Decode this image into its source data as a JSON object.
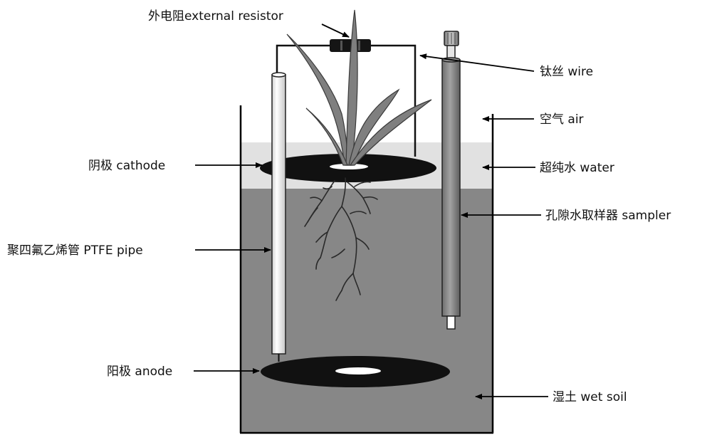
{
  "labels": {
    "external_resistor": "外电阻external resistor",
    "wire": "钛丝 wire",
    "air": "空气 air",
    "cathode": "阴极 cathode",
    "water": "超纯水 water",
    "sampler": "孔隙水取样器 sampler",
    "ptfe_pipe": "聚四氟乙烯管 PTFE pipe",
    "anode": "阳极 anode",
    "wet_soil": "湿土 wet soil"
  },
  "colors": {
    "soil": "#878787",
    "water": "#e1e1e1",
    "leaf": "#7f7f7f",
    "electrode": "#111111",
    "sampler": "#888888",
    "pipe": "#ffffff",
    "root": "#2a2a2a"
  }
}
